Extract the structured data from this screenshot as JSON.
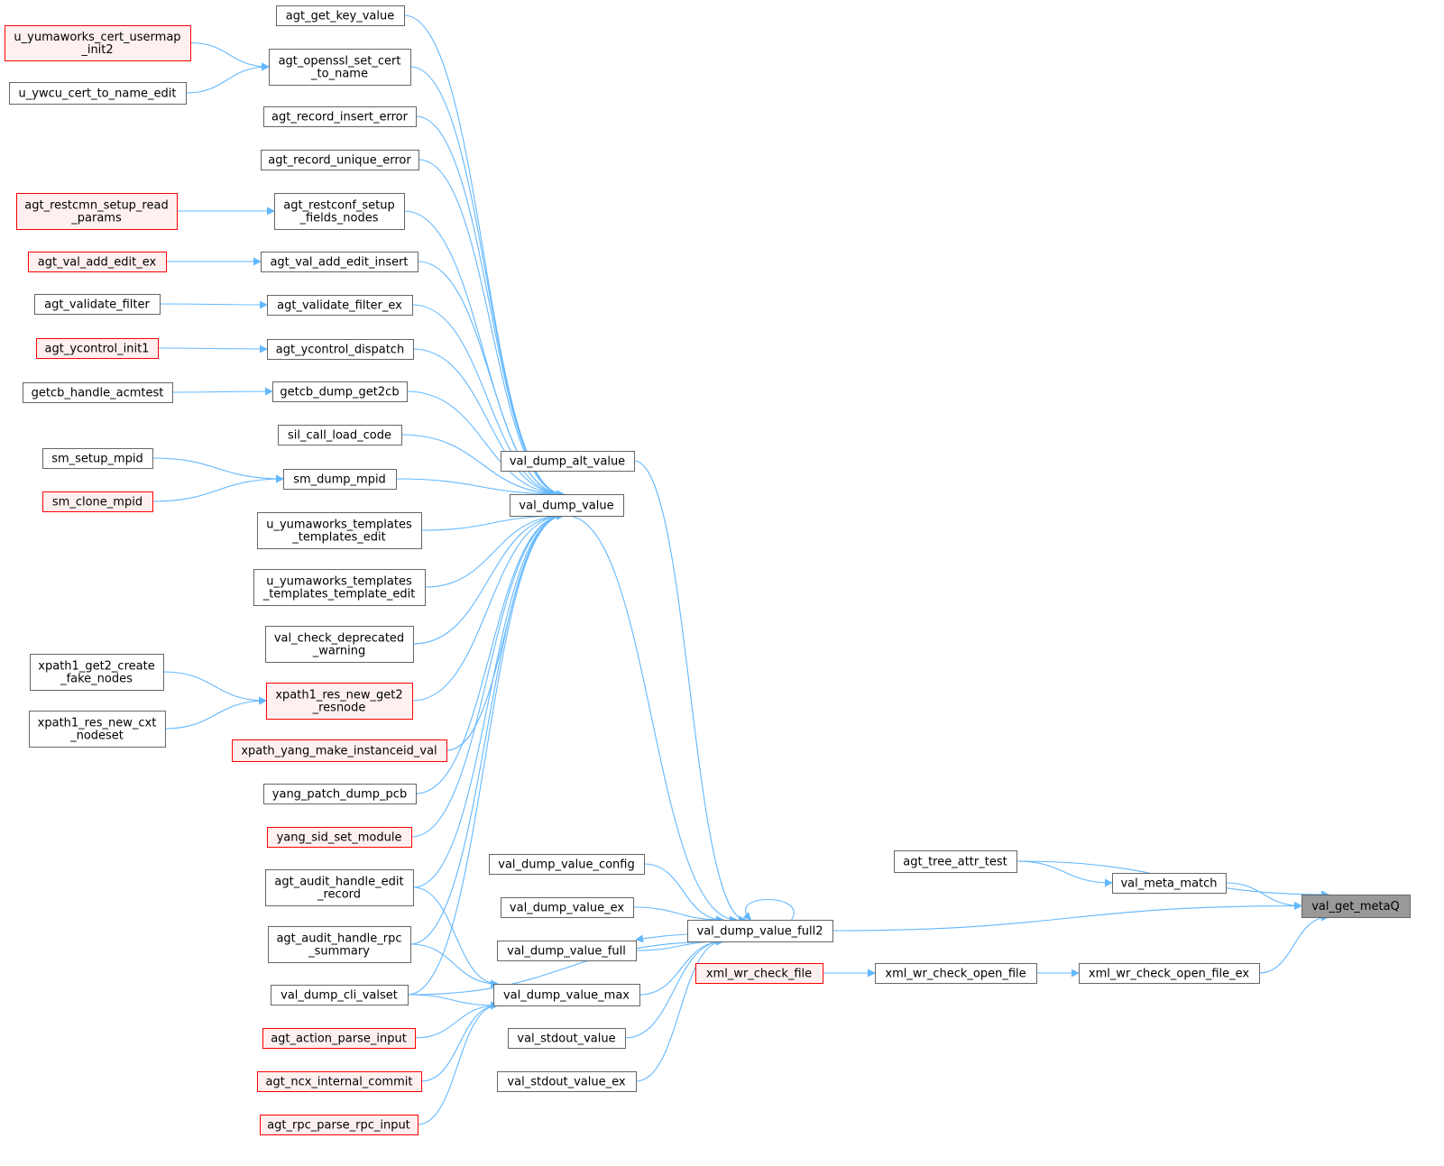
{
  "colors": {
    "edge": "#63b8ff",
    "node_border": "#666666",
    "highlight_border": "#ff0000",
    "highlight_fill": "#fff0f0",
    "root_fill": "#999999"
  },
  "nodes": {
    "agt_get_key_value": {
      "lines": [
        "agt_get_key_value"
      ],
      "style": "normal"
    },
    "u_yumaworks_cert_usermap_init2": {
      "lines": [
        "u_yumaworks_cert_usermap",
        "_init2"
      ],
      "style": "red"
    },
    "agt_openssl_set_cert_to_name": {
      "lines": [
        "agt_openssl_set_cert",
        "_to_name"
      ],
      "style": "normal"
    },
    "u_ywcu_cert_to_name_edit": {
      "lines": [
        "u_ywcu_cert_to_name_edit"
      ],
      "style": "normal"
    },
    "agt_record_insert_error": {
      "lines": [
        "agt_record_insert_error"
      ],
      "style": "normal"
    },
    "agt_record_unique_error": {
      "lines": [
        "agt_record_unique_error"
      ],
      "style": "normal"
    },
    "agt_restcmn_setup_read_params": {
      "lines": [
        "agt_restcmn_setup_read",
        "_params"
      ],
      "style": "red"
    },
    "agt_restconf_setup_fields_nodes": {
      "lines": [
        "agt_restconf_setup",
        "_fields_nodes"
      ],
      "style": "normal"
    },
    "agt_val_add_edit_ex": {
      "lines": [
        "agt_val_add_edit_ex"
      ],
      "style": "red"
    },
    "agt_val_add_edit_insert": {
      "lines": [
        "agt_val_add_edit_insert"
      ],
      "style": "normal"
    },
    "agt_validate_filter": {
      "lines": [
        "agt_validate_filter"
      ],
      "style": "normal"
    },
    "agt_validate_filter_ex": {
      "lines": [
        "agt_validate_filter_ex"
      ],
      "style": "normal"
    },
    "agt_ycontrol_init1": {
      "lines": [
        "agt_ycontrol_init1"
      ],
      "style": "red"
    },
    "agt_ycontrol_dispatch": {
      "lines": [
        "agt_ycontrol_dispatch"
      ],
      "style": "normal"
    },
    "getcb_handle_acmtest": {
      "lines": [
        "getcb_handle_acmtest"
      ],
      "style": "normal"
    },
    "getcb_dump_get2cb": {
      "lines": [
        "getcb_dump_get2cb"
      ],
      "style": "normal"
    },
    "sil_call_load_code": {
      "lines": [
        "sil_call_load_code"
      ],
      "style": "normal"
    },
    "sm_setup_mpid": {
      "lines": [
        "sm_setup_mpid"
      ],
      "style": "normal"
    },
    "sm_dump_mpid": {
      "lines": [
        "sm_dump_mpid"
      ],
      "style": "normal"
    },
    "sm_clone_mpid": {
      "lines": [
        "sm_clone_mpid"
      ],
      "style": "red"
    },
    "u_yumaworks_templates_templates_edit": {
      "lines": [
        "u_yumaworks_templates",
        "_templates_edit"
      ],
      "style": "normal"
    },
    "u_yumaworks_templates_templates_template_edit": {
      "lines": [
        "u_yumaworks_templates",
        "_templates_template_edit"
      ],
      "style": "normal"
    },
    "val_check_deprecated_warning": {
      "lines": [
        "val_check_deprecated",
        "_warning"
      ],
      "style": "normal"
    },
    "xpath1_get2_create_fake_nodes": {
      "lines": [
        "xpath1_get2_create",
        "_fake_nodes"
      ],
      "style": "normal"
    },
    "xpath1_res_new_get2_resnode": {
      "lines": [
        "xpath1_res_new_get2",
        "_resnode"
      ],
      "style": "red"
    },
    "xpath1_res_new_cxt_nodeset": {
      "lines": [
        "xpath1_res_new_cxt",
        "_nodeset"
      ],
      "style": "normal"
    },
    "xpath_yang_make_instanceid_val": {
      "lines": [
        "xpath_yang_make_instanceid_val"
      ],
      "style": "red"
    },
    "yang_patch_dump_pcb": {
      "lines": [
        "yang_patch_dump_pcb"
      ],
      "style": "normal"
    },
    "yang_sid_set_module": {
      "lines": [
        "yang_sid_set_module"
      ],
      "style": "red"
    },
    "agt_audit_handle_edit_record": {
      "lines": [
        "agt_audit_handle_edit",
        "_record"
      ],
      "style": "normal"
    },
    "agt_audit_handle_rpc_summary": {
      "lines": [
        "agt_audit_handle_rpc",
        "_summary"
      ],
      "style": "normal"
    },
    "val_dump_cli_valset": {
      "lines": [
        "val_dump_cli_valset"
      ],
      "style": "normal"
    },
    "agt_action_parse_input": {
      "lines": [
        "agt_action_parse_input"
      ],
      "style": "red"
    },
    "agt_ncx_internal_commit": {
      "lines": [
        "agt_ncx_internal_commit"
      ],
      "style": "red"
    },
    "agt_rpc_parse_rpc_input": {
      "lines": [
        "agt_rpc_parse_rpc_input"
      ],
      "style": "red"
    },
    "val_dump_alt_value": {
      "lines": [
        "val_dump_alt_value"
      ],
      "style": "normal"
    },
    "val_dump_value": {
      "lines": [
        "val_dump_value"
      ],
      "style": "normal"
    },
    "val_dump_value_config": {
      "lines": [
        "val_dump_value_config"
      ],
      "style": "normal"
    },
    "val_dump_value_ex": {
      "lines": [
        "val_dump_value_ex"
      ],
      "style": "normal"
    },
    "val_dump_value_full": {
      "lines": [
        "val_dump_value_full"
      ],
      "style": "normal"
    },
    "val_dump_value_max": {
      "lines": [
        "val_dump_value_max"
      ],
      "style": "normal"
    },
    "val_stdout_value": {
      "lines": [
        "val_stdout_value"
      ],
      "style": "normal"
    },
    "val_stdout_value_ex": {
      "lines": [
        "val_stdout_value_ex"
      ],
      "style": "normal"
    },
    "val_dump_value_full2": {
      "lines": [
        "val_dump_value_full2"
      ],
      "style": "normal"
    },
    "xml_wr_check_file": {
      "lines": [
        "xml_wr_check_file"
      ],
      "style": "red"
    },
    "xml_wr_check_open_file": {
      "lines": [
        "xml_wr_check_open_file"
      ],
      "style": "normal"
    },
    "agt_tree_attr_test": {
      "lines": [
        "agt_tree_attr_test"
      ],
      "style": "normal"
    },
    "val_meta_match": {
      "lines": [
        "val_meta_match"
      ],
      "style": "normal"
    },
    "xml_wr_check_open_file_ex": {
      "lines": [
        "xml_wr_check_open_file_ex"
      ],
      "style": "normal"
    },
    "val_get_metaQ": {
      "lines": [
        "val_get_metaQ"
      ],
      "style": "root"
    }
  },
  "edges": [
    [
      "u_yumaworks_cert_usermap_init2",
      "agt_openssl_set_cert_to_name"
    ],
    [
      "u_ywcu_cert_to_name_edit",
      "agt_openssl_set_cert_to_name"
    ],
    [
      "agt_restcmn_setup_read_params",
      "agt_restconf_setup_fields_nodes"
    ],
    [
      "agt_val_add_edit_ex",
      "agt_val_add_edit_insert"
    ],
    [
      "agt_validate_filter",
      "agt_validate_filter_ex"
    ],
    [
      "agt_ycontrol_init1",
      "agt_ycontrol_dispatch"
    ],
    [
      "getcb_handle_acmtest",
      "getcb_dump_get2cb"
    ],
    [
      "sm_setup_mpid",
      "sm_dump_mpid"
    ],
    [
      "sm_clone_mpid",
      "sm_dump_mpid"
    ],
    [
      "xpath1_get2_create_fake_nodes",
      "xpath1_res_new_get2_resnode"
    ],
    [
      "xpath1_res_new_cxt_nodeset",
      "xpath1_res_new_get2_resnode"
    ],
    [
      "agt_get_key_value",
      "val_dump_value"
    ],
    [
      "agt_openssl_set_cert_to_name",
      "val_dump_value"
    ],
    [
      "agt_record_insert_error",
      "val_dump_value"
    ],
    [
      "agt_record_unique_error",
      "val_dump_value"
    ],
    [
      "agt_restconf_setup_fields_nodes",
      "val_dump_value"
    ],
    [
      "agt_val_add_edit_insert",
      "val_dump_value"
    ],
    [
      "agt_validate_filter_ex",
      "val_dump_value"
    ],
    [
      "agt_ycontrol_dispatch",
      "val_dump_value"
    ],
    [
      "getcb_dump_get2cb",
      "val_dump_value"
    ],
    [
      "sil_call_load_code",
      "val_dump_value"
    ],
    [
      "sm_dump_mpid",
      "val_dump_value"
    ],
    [
      "u_yumaworks_templates_templates_edit",
      "val_dump_value"
    ],
    [
      "u_yumaworks_templates_templates_template_edit",
      "val_dump_value"
    ],
    [
      "val_check_deprecated_warning",
      "val_dump_value"
    ],
    [
      "xpath1_res_new_get2_resnode",
      "val_dump_value"
    ],
    [
      "xpath_yang_make_instanceid_val",
      "val_dump_value"
    ],
    [
      "yang_patch_dump_pcb",
      "val_dump_value"
    ],
    [
      "yang_sid_set_module",
      "val_dump_value"
    ],
    [
      "agt_audit_handle_edit_record",
      "val_dump_value"
    ],
    [
      "agt_audit_handle_rpc_summary",
      "val_dump_value"
    ],
    [
      "val_dump_cli_valset",
      "val_dump_value"
    ],
    [
      "agt_audit_handle_edit_record",
      "val_dump_value_max"
    ],
    [
      "agt_audit_handle_rpc_summary",
      "val_dump_value_max"
    ],
    [
      "val_dump_cli_valset",
      "val_dump_value_max"
    ],
    [
      "agt_action_parse_input",
      "val_dump_value_max"
    ],
    [
      "agt_ncx_internal_commit",
      "val_dump_value_max"
    ],
    [
      "agt_rpc_parse_rpc_input",
      "val_dump_value_max"
    ],
    [
      "val_dump_alt_value",
      "val_dump_value_full2"
    ],
    [
      "val_dump_value",
      "val_dump_value_full2"
    ],
    [
      "val_dump_value_config",
      "val_dump_value_full2"
    ],
    [
      "val_dump_value_ex",
      "val_dump_value_full2"
    ],
    [
      "val_dump_value_full",
      "val_dump_value_full2"
    ],
    [
      "val_dump_value_max",
      "val_dump_value_full2"
    ],
    [
      "val_stdout_value",
      "val_dump_value_full2"
    ],
    [
      "val_stdout_value_ex",
      "val_dump_value_full2"
    ],
    [
      "val_dump_cli_valset",
      "val_dump_value_full2"
    ],
    [
      "val_dump_value_full2",
      "val_dump_value_full2"
    ],
    [
      "val_dump_value_full2",
      "val_dump_value_full"
    ],
    [
      "xml_wr_check_file",
      "xml_wr_check_open_file"
    ],
    [
      "agt_tree_attr_test",
      "val_meta_match"
    ],
    [
      "val_dump_value_full2",
      "val_get_metaQ"
    ],
    [
      "xml_wr_check_open_file",
      "xml_wr_check_open_file_ex"
    ],
    [
      "agt_tree_attr_test",
      "val_get_metaQ"
    ],
    [
      "val_meta_match",
      "val_get_metaQ"
    ],
    [
      "xml_wr_check_open_file_ex",
      "val_get_metaQ"
    ]
  ]
}
